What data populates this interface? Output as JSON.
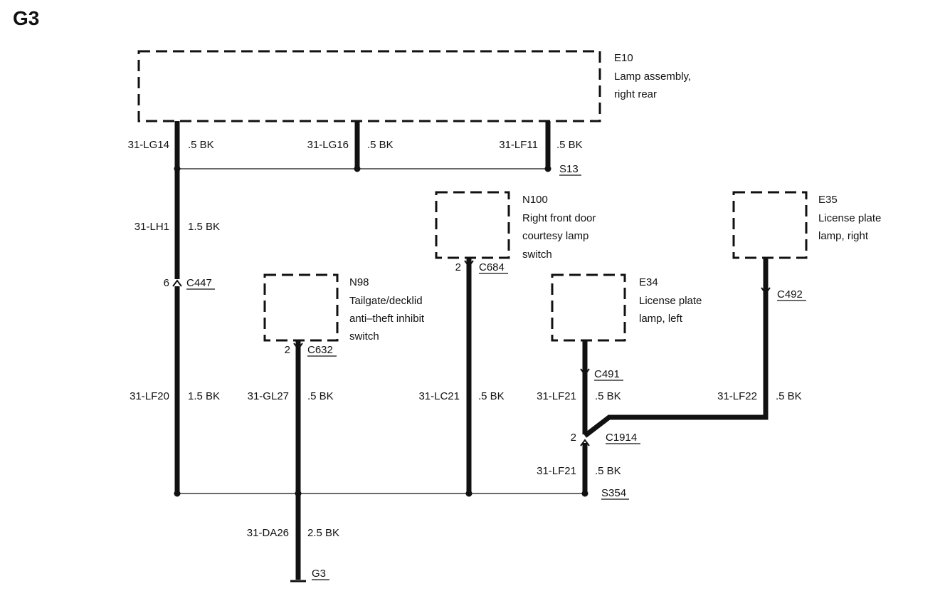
{
  "title": "G3",
  "components": {
    "e10": {
      "id": "E10",
      "line1": "Lamp assembly,",
      "line2": "right rear"
    },
    "n100": {
      "id": "N100",
      "line1": "Right front door",
      "line2": "courtesy lamp",
      "line3": "switch"
    },
    "e35": {
      "id": "E35",
      "line1": "License plate",
      "line2": "lamp, right"
    },
    "n98": {
      "id": "N98",
      "line1": "Tailgate/decklid",
      "line2": "anti–theft inhibit",
      "line3": "switch"
    },
    "e34": {
      "id": "E34",
      "line1": "License plate",
      "line2": "lamp, left"
    }
  },
  "wires": {
    "lg14": {
      "circuit": "31-LG14",
      "spec": ".5 BK"
    },
    "lg16": {
      "circuit": "31-LG16",
      "spec": ".5 BK"
    },
    "lf11": {
      "circuit": "31-LF11",
      "spec": ".5 BK"
    },
    "lh1": {
      "circuit": "31-LH1",
      "spec": "1.5 BK"
    },
    "lf20": {
      "circuit": "31-LF20",
      "spec": "1.5 BK"
    },
    "gl27": {
      "circuit": "31-GL27",
      "spec": ".5 BK"
    },
    "lc21": {
      "circuit": "31-LC21",
      "spec": ".5 BK"
    },
    "lf21a": {
      "circuit": "31-LF21",
      "spec": ".5 BK"
    },
    "lf22": {
      "circuit": "31-LF22",
      "spec": ".5 BK"
    },
    "lf21b": {
      "circuit": "31-LF21",
      "spec": ".5 BK"
    },
    "da26": {
      "circuit": "31-DA26",
      "spec": "2.5 BK"
    }
  },
  "connectors": {
    "c447": {
      "name": "C447",
      "pin": "6"
    },
    "c632": {
      "name": "C632",
      "pin": "2"
    },
    "c684": {
      "name": "C684",
      "pin": "2"
    },
    "c491": {
      "name": "C491"
    },
    "c492": {
      "name": "C492"
    },
    "c1914": {
      "name": "C1914",
      "pin": "2"
    }
  },
  "splices": {
    "s13": "S13",
    "s354": "S354"
  },
  "ground": {
    "g3": "G3"
  }
}
